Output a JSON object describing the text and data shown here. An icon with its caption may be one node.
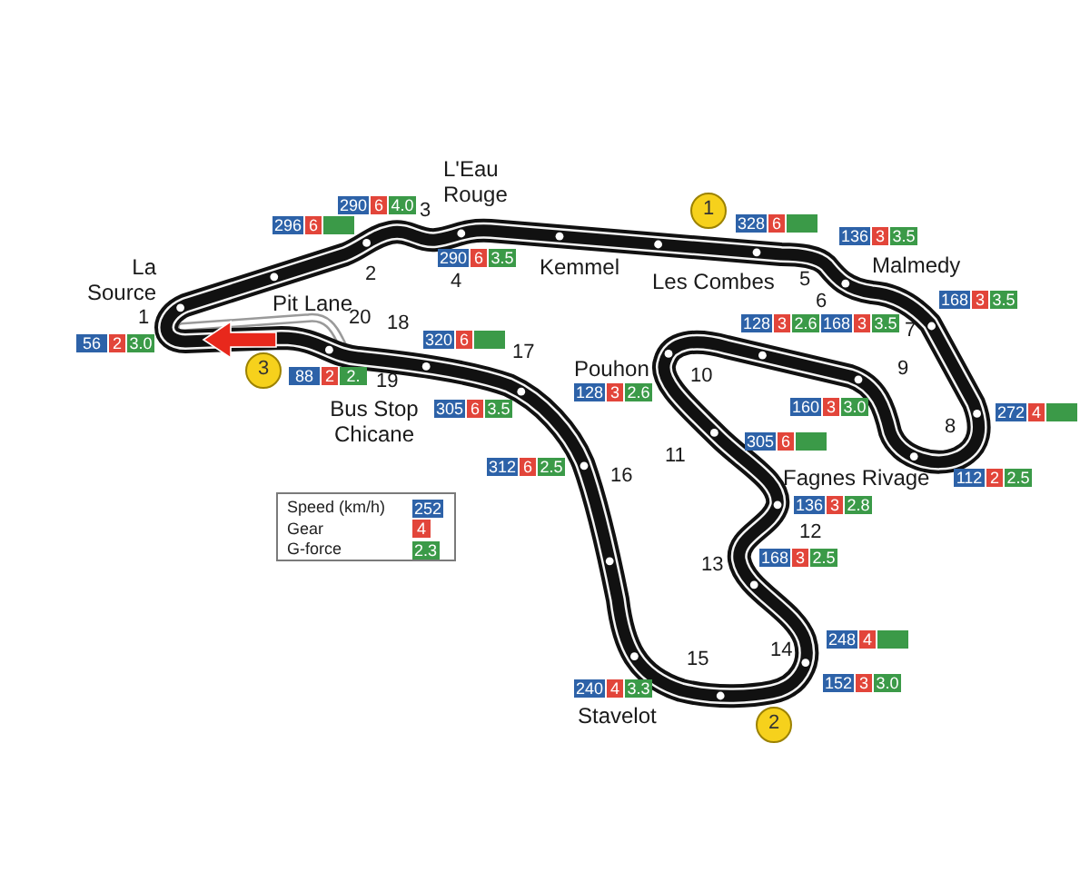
{
  "diagram": {
    "nodes": [
      {
        "text": [
          "290",
          "6",
          "4.0"
        ]
      },
      {
        "text": [
          "1"
        ]
      },
      {
        "text": [
          "296",
          "6"
        ]
      },
      {
        "text": [
          "328",
          "6"
        ]
      },
      {
        "text": [
          "136",
          "3",
          "3.5"
        ]
      },
      {
        "text": [
          "290",
          "6",
          "3.5"
        ]
      },
      {
        "text": [
          "168",
          "3",
          "3.5"
        ]
      },
      {
        "text": [
          "168",
          "3",
          "3.5"
        ]
      },
      {
        "text": [
          "128",
          "3",
          "2.6"
        ]
      },
      {
        "text": [
          "56",
          "2",
          "3.0"
        ]
      },
      {
        "text": [
          "320",
          "6"
        ]
      },
      {
        "text": [
          "3"
        ]
      },
      {
        "text": [
          "88",
          "2",
          "2."
        ]
      },
      {
        "text": [
          "128",
          "3",
          "2.6"
        ]
      },
      {
        "text": [
          "305",
          "6",
          "3.5"
        ]
      },
      {
        "text": [
          "160",
          "3",
          "3.0"
        ]
      },
      {
        "text": [
          "272",
          "4"
        ]
      },
      {
        "text": [
          "305",
          "6"
        ]
      },
      {
        "text": [
          "312",
          "6",
          "2.5"
        ]
      },
      {
        "text": [
          "112",
          "2",
          "2.5"
        ]
      },
      {
        "text": [
          "136",
          "3",
          "2.8"
        ]
      },
      {
        "text": [
          "168",
          "3",
          "2.5"
        ]
      },
      {
        "text": [
          "248",
          "4"
        ]
      },
      {
        "text": [
          "152",
          "3",
          "3.0"
        ]
      },
      {
        "text": [
          "240",
          "4",
          "3.3"
        ]
      },
      {
        "text": [
          "2"
        ]
      }
    ],
    "labels": [
      "L'Eau Rouge",
      "3",
      "La Source",
      "2",
      "4",
      "Kemmel",
      "Les Combes",
      "5",
      "Malmedy",
      "1",
      "Pit Lane",
      "20",
      "18",
      "6",
      "7",
      "17",
      "19",
      "Pouhon",
      "10",
      "9",
      "Bus Stop Chicane",
      "8",
      "11",
      "16",
      "Fagnes Rivage",
      "12",
      "13",
      "15",
      "14",
      "Stavelot",
      "252",
      "4",
      "2.3"
    ],
    "legend": [
      {
        "text": "Speed (km/h)",
        "color": "#2d62a8"
      },
      {
        "text": "Gear",
        "color": "#e2453a"
      },
      {
        "text": "G-force",
        "color": "#3b9a48"
      }
    ]
  }
}
